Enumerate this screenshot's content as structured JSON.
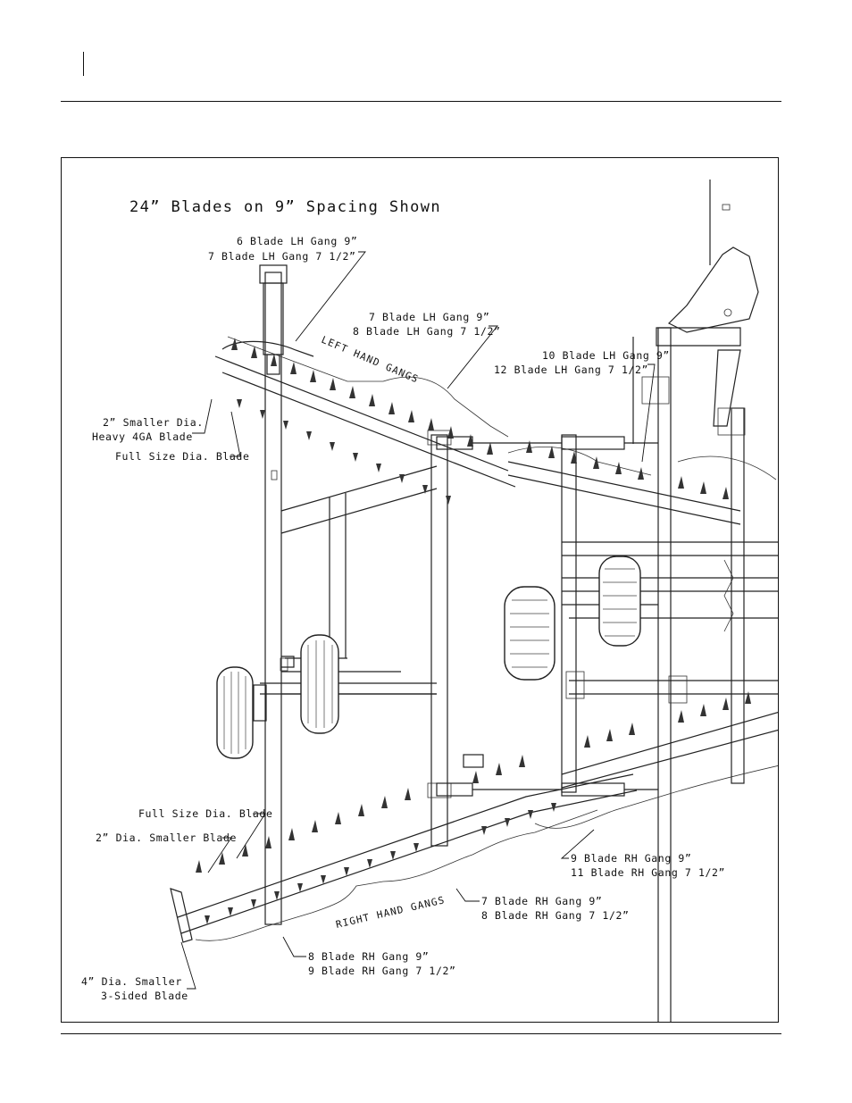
{
  "title": "24” Blades on 9” Spacing Shown",
  "labels": {
    "lh_gang_a": [
      "6 Blade LH Gang 9”",
      "7 Blade LH Gang 7 1/2”"
    ],
    "lh_gang_b": [
      "7 Blade LH Gang 9”",
      "8 Blade LH Gang 7 1/2”"
    ],
    "lh_gang_c": [
      "10 Blade LH Gang 9”",
      "12 Blade LH Gang 7 1/2”"
    ],
    "left_hand_gangs": "LEFT HAND GANGS",
    "smaller_heavy_blade": [
      "2” Smaller Dia.",
      "Heavy 4GA Blade"
    ],
    "full_size_blade_top": "Full Size Dia. Blade",
    "full_size_blade_bottom": "Full Size Dia. Blade",
    "smaller_blade_bottom": "2” Dia. Smaller Blade",
    "rh_gang_a": [
      "9 Blade RH Gang 9”",
      "11 Blade RH Gang 7 1/2”"
    ],
    "rh_gang_b": [
      "7 Blade RH Gang 9”",
      "8 Blade RH Gang 7 1/2”"
    ],
    "rh_gang_c": [
      "8 Blade RH Gang 9”",
      "9 Blade RH Gang 7 1/2”"
    ],
    "right_hand_gangs": "RIGHT HAND GANGS",
    "three_sided_blade": [
      "4” Dia. Smaller",
      "3-Sided Blade"
    ]
  },
  "colors": {
    "ink": "#111111",
    "paper": "#ffffff"
  }
}
